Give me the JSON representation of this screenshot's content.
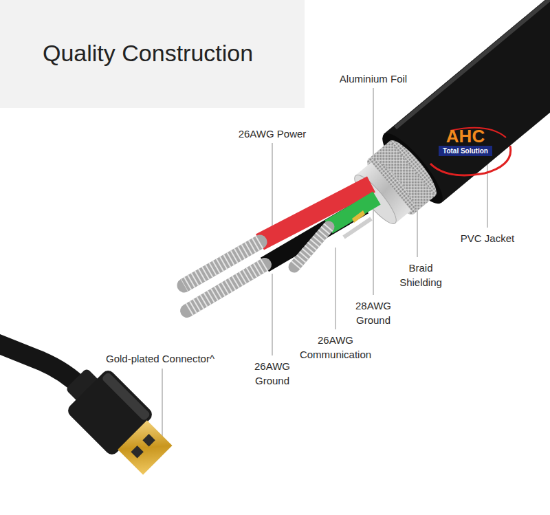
{
  "diagram": {
    "title": "Quality Construction",
    "labels": [
      "Aluminium Foil",
      "26AWG Power",
      "PVC Jacket",
      "Braid Shielding",
      "28AWG Ground",
      "26AWG Communication",
      "26AWG Ground",
      "Gold-plated Connector^",
      "AHC",
      "Total Solution"
    ]
  }
}
